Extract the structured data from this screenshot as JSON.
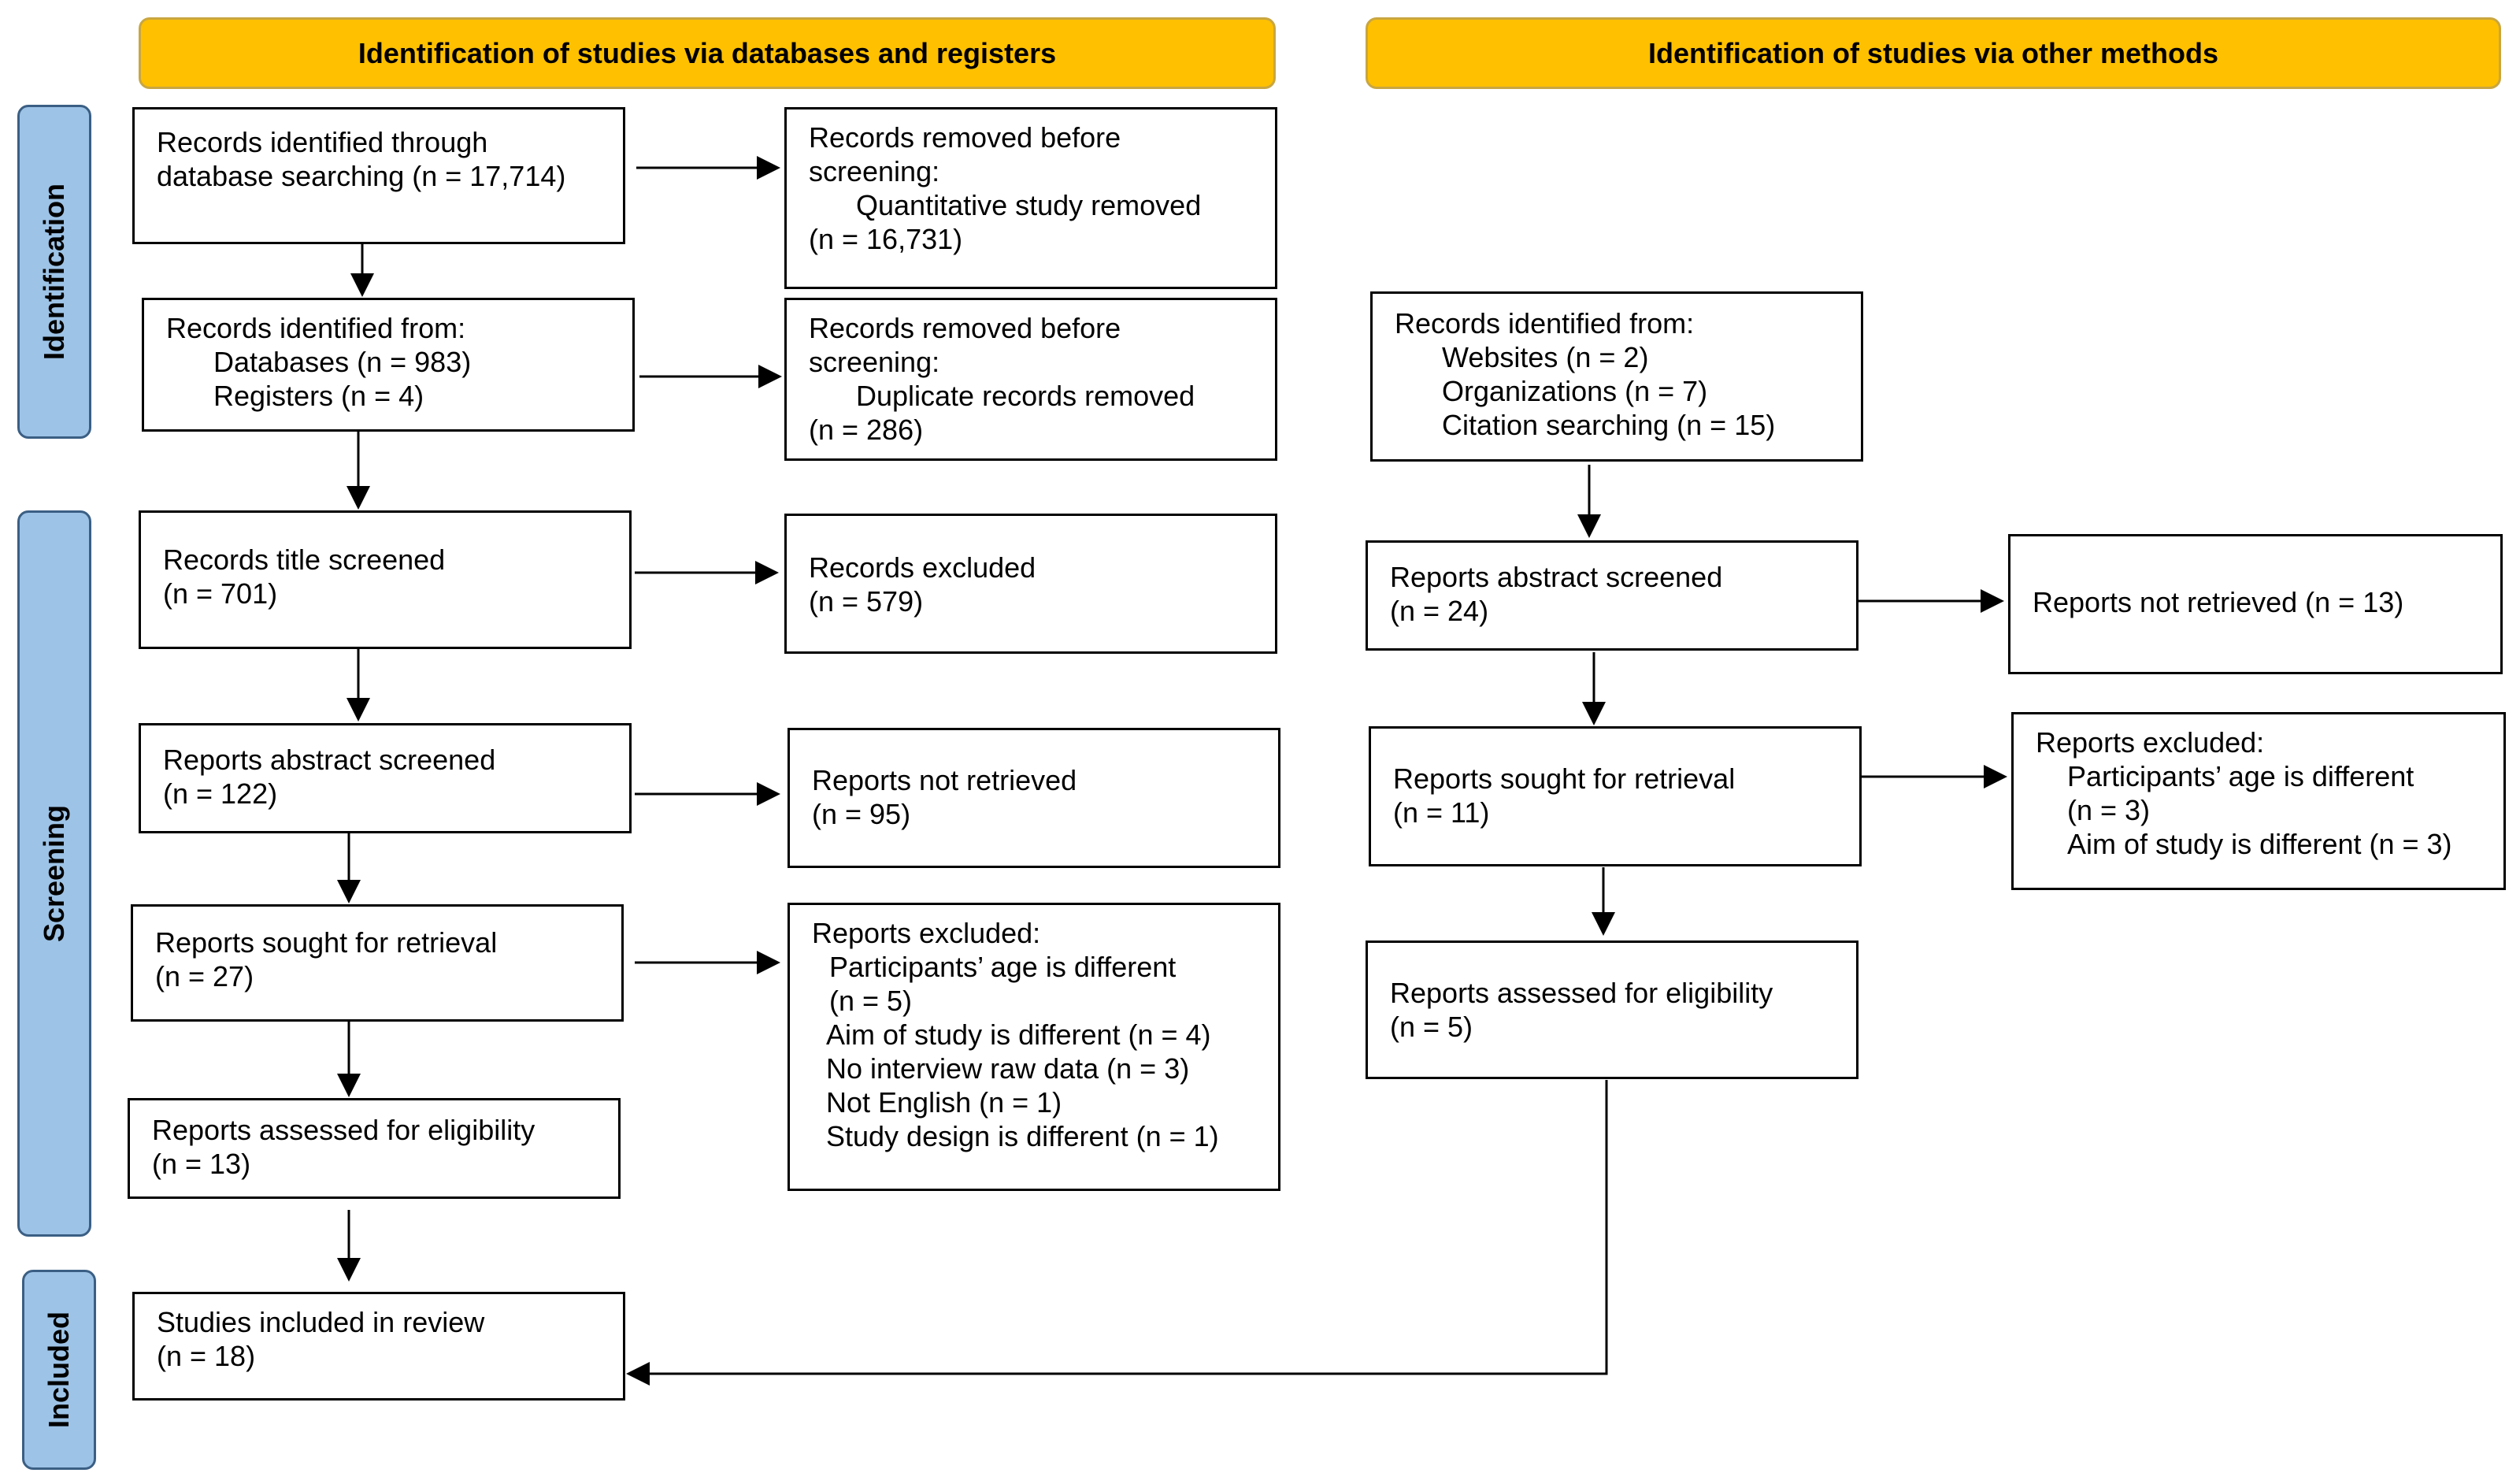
{
  "headers": {
    "left": "Identification of studies via databases and registers",
    "right": "Identification of studies via other methods"
  },
  "phases": {
    "identification": "Identification",
    "screening": "Screening",
    "included": "Included"
  },
  "left": {
    "db_search": {
      "line1": "Records identified through",
      "line2": "database searching (n = 17,714)"
    },
    "removed_quant": {
      "line1": "Records removed before",
      "line2": "screening:",
      "line3": "Quantitative study removed",
      "line4": "(n = 16,731)"
    },
    "identified_from": {
      "line1": "Records identified from:",
      "line2": "Databases (n = 983)",
      "line3": "Registers (n = 4)"
    },
    "removed_dup": {
      "line1": "Records removed before",
      "line2": "screening:",
      "line3": "Duplicate records removed",
      "line4": "(n = 286)"
    },
    "title_screened": {
      "line1": "Records title screened",
      "line2": "(n = 701)"
    },
    "records_excluded": {
      "line1": "Records excluded",
      "line2": "(n = 579)"
    },
    "abstract_screened": {
      "line1": "Reports abstract screened",
      "line2": "(n = 122)"
    },
    "not_retrieved": {
      "line1": "Reports not retrieved",
      "line2": "(n = 95)"
    },
    "sought": {
      "line1": "Reports sought for retrieval",
      "line2": "(n = 27)"
    },
    "reports_excluded": {
      "line1": "Reports excluded:",
      "line2": "Participants’ age is different",
      "line3": "(n = 5)",
      "line4": "Aim of study is different (n = 4)",
      "line5": "No interview raw data (n = 3)",
      "line6": "Not English (n = 1)",
      "line7": "Study design is different (n = 1)"
    },
    "assessed": {
      "line1": "Reports assessed for eligibility",
      "line2": "(n = 13)"
    },
    "included": {
      "line1": "Studies included in review",
      "line2": "(n = 18)"
    }
  },
  "right": {
    "identified_from": {
      "line1": "Records identified from:",
      "line2": "Websites (n = 2)",
      "line3": "Organizations (n = 7)",
      "line4": "Citation searching (n = 15)"
    },
    "abstract_screened": {
      "line1": "Reports abstract screened",
      "line2": "(n = 24)"
    },
    "not_retrieved": {
      "line1": "Reports not retrieved (n = 13)"
    },
    "sought": {
      "line1": "Reports sought for retrieval",
      "line2": "(n = 11)"
    },
    "reports_excluded": {
      "line1": "Reports excluded:",
      "line2": "Participants’ age is different",
      "line3": "(n = 3)",
      "line4": "Aim of study is different (n = 3)"
    },
    "assessed": {
      "line1": "Reports assessed for eligibility",
      "line2": "(n = 5)"
    }
  }
}
